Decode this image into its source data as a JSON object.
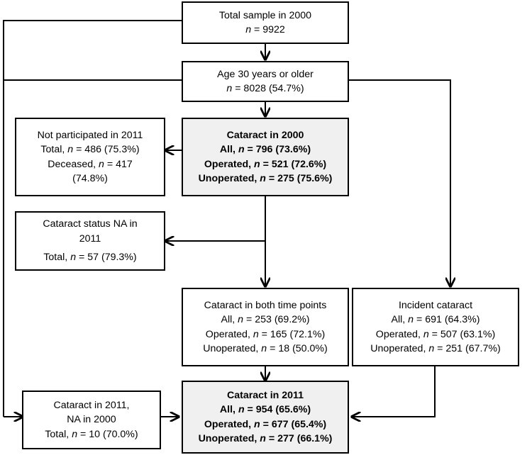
{
  "diagram": {
    "title": "Cataract cohort flow diagram 2000 to 2011",
    "stroke_color": "#000000",
    "shaded_fill": "#f0f0f0",
    "plain_fill": "#ffffff",
    "nodes": {
      "total_sample": {
        "lines": [
          "Total sample in 2000",
          "n = 9922"
        ],
        "shaded": false
      },
      "age_30": {
        "lines": [
          "Age 30 years or older",
          "n = 8028 (54.7%)"
        ],
        "shaded": false
      },
      "cataract_2000": {
        "lines": [
          "Cataract in 2000",
          "All, n = 796 (73.6%)",
          "Operated, n = 521 (72.6%)",
          "Unoperated, n = 275 (75.6%)"
        ],
        "shaded": true
      },
      "not_participated": {
        "lines": [
          "Not participated in 2011",
          "Total, n = 486 (75.3%)",
          "Deceased, n = 417",
          "(74.8%)"
        ],
        "shaded": false
      },
      "status_na": {
        "lines": [
          "Cataract status NA in",
          "2011",
          "",
          "Total, n = 57 (79.3%)"
        ],
        "shaded": false
      },
      "both_time_points": {
        "lines": [
          "Cataract in both time points",
          "All, n = 253 (69.2%)",
          "Operated, n = 165 (72.1%)",
          "Unoperated, n = 18 (50.0%)"
        ],
        "shaded": false
      },
      "incident_cataract": {
        "lines": [
          "Incident cataract",
          "All, n = 691 (64.3%)",
          "Operated, n = 507 (63.1%)",
          "Unoperated, n = 251 (67.7%)"
        ],
        "shaded": false
      },
      "cataract_2011_na_2000": {
        "lines": [
          "Cataract in 2011,",
          "NA in 2000",
          "Total, n = 10 (70.0%)"
        ],
        "shaded": false
      },
      "cataract_2011": {
        "lines": [
          "Cataract in 2011",
          "All, n = 954 (65.6%)",
          "Operated, n = 677 (65.4%)",
          "Unoperated, n = 277 (66.1%)"
        ],
        "shaded": true
      }
    }
  }
}
